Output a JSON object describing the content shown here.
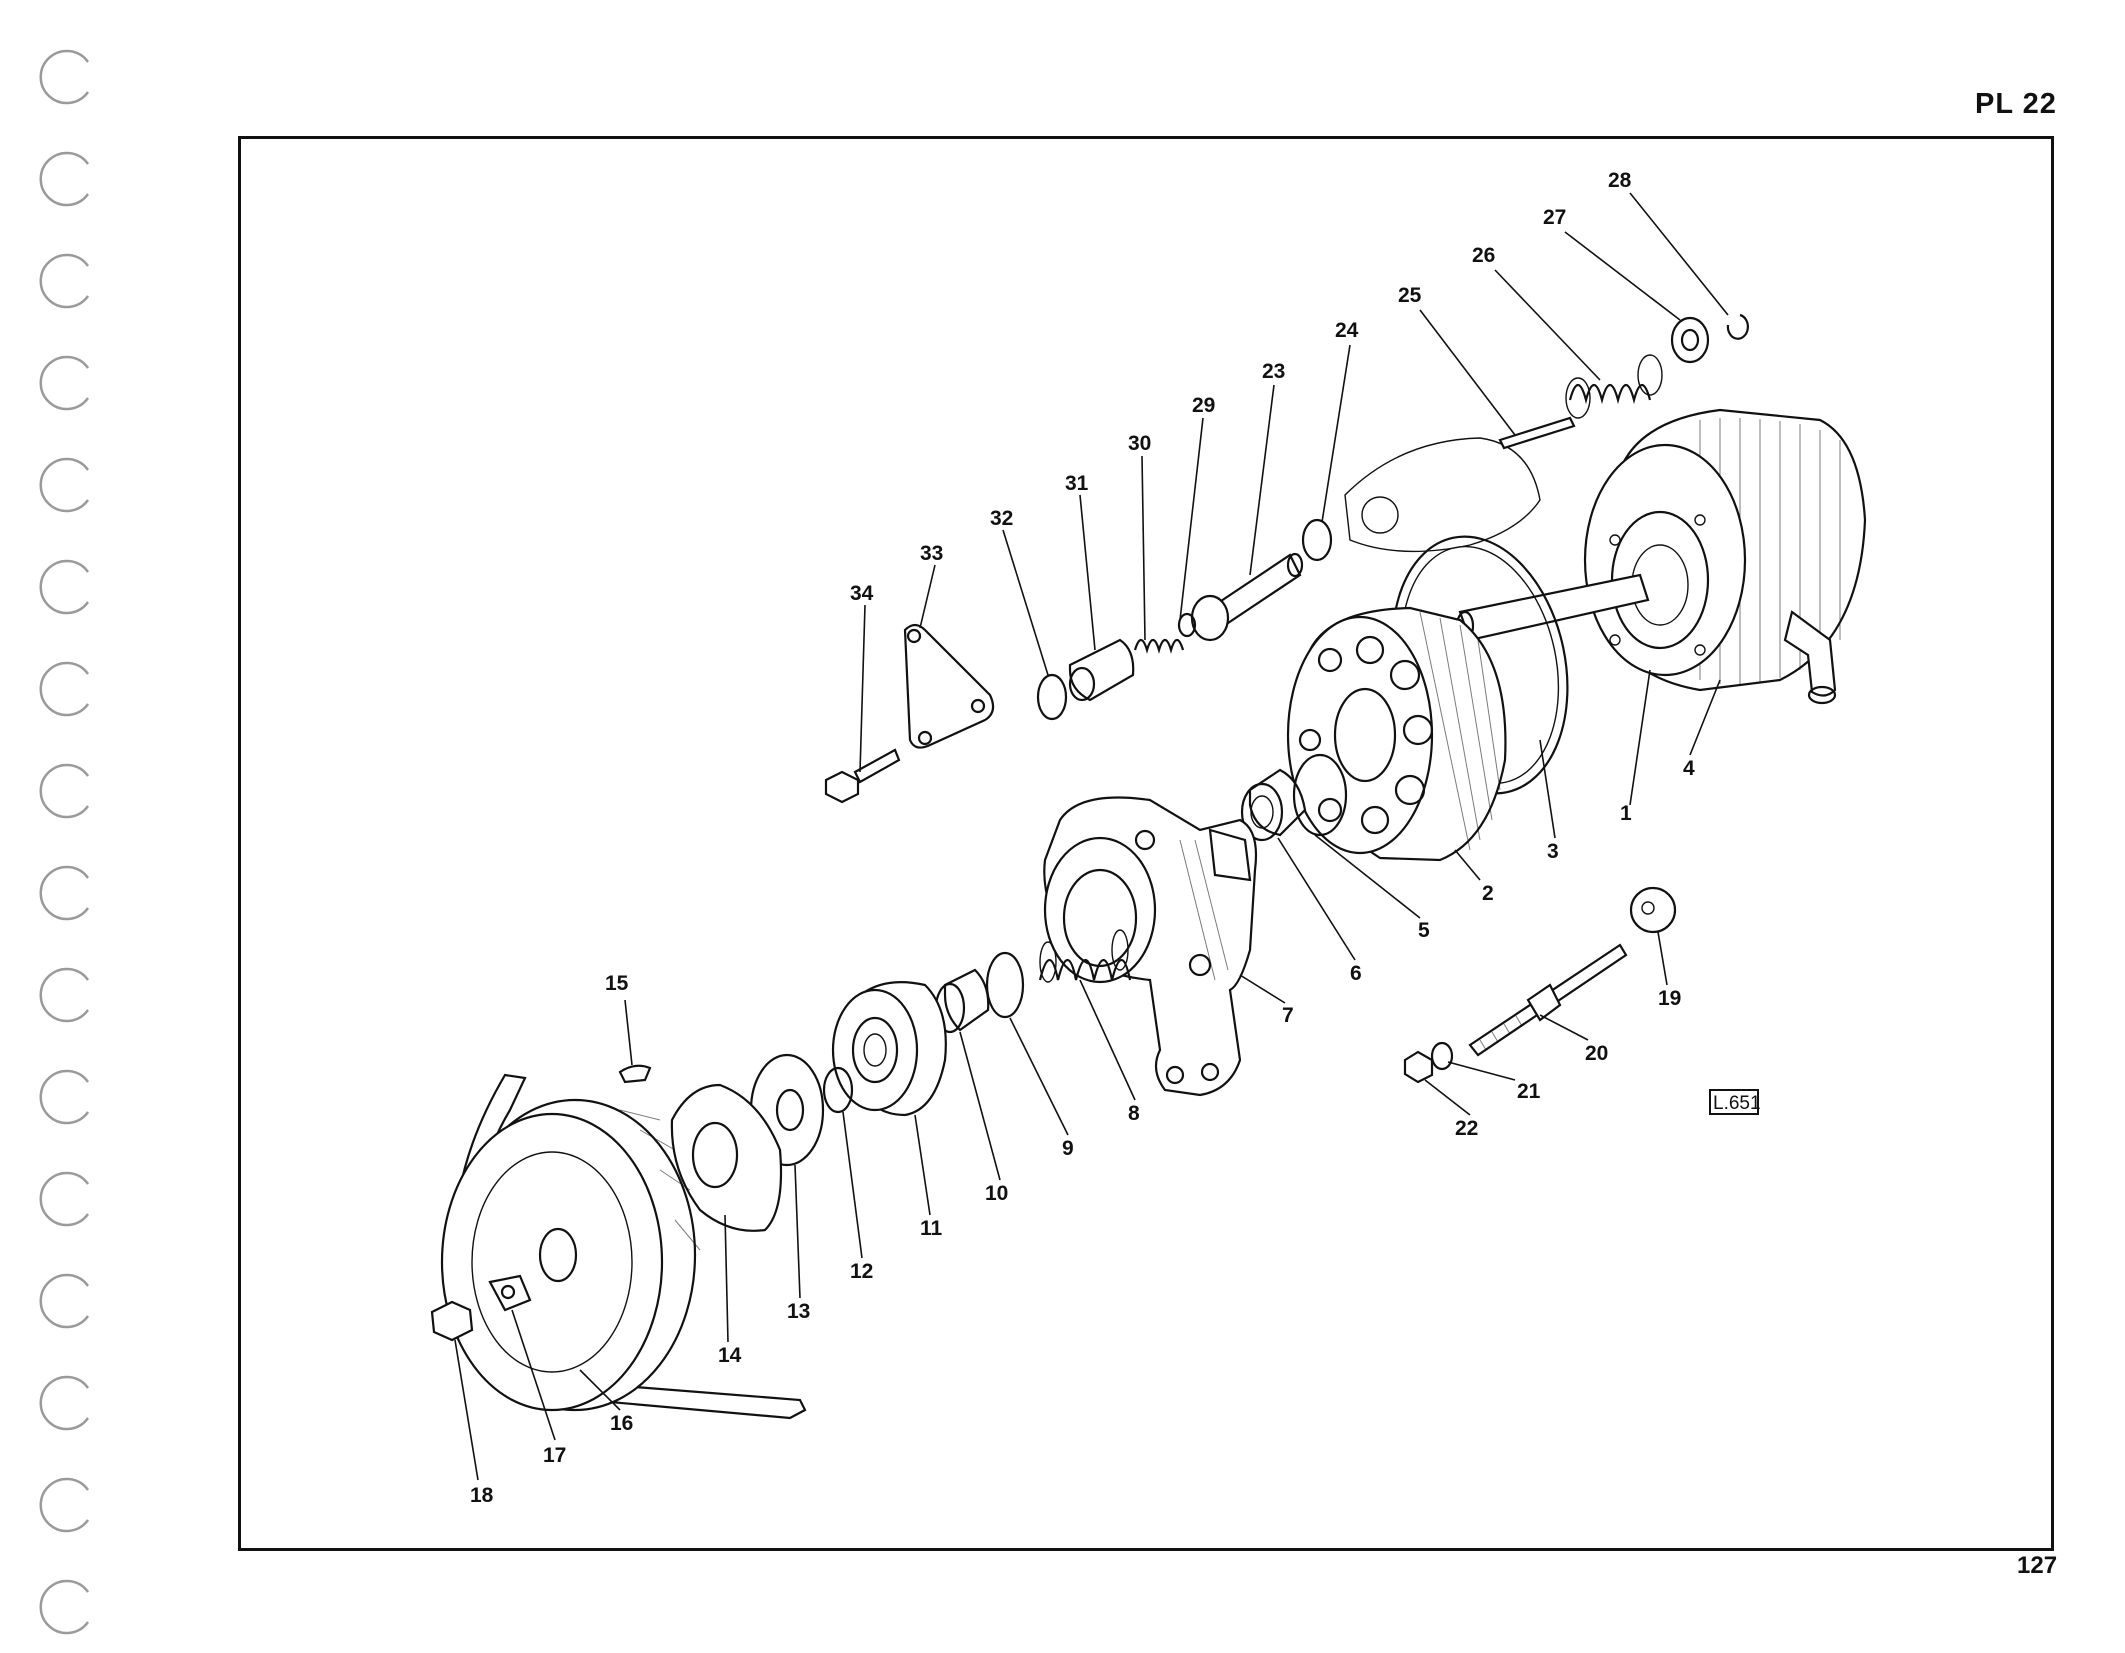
{
  "page_code": "PL 22",
  "page_number": "127",
  "reference_code": "L.651",
  "callouts": [
    "1",
    "2",
    "3",
    "4",
    "5",
    "6",
    "7",
    "8",
    "9",
    "10",
    "11",
    "12",
    "13",
    "14",
    "15",
    "16",
    "17",
    "18",
    "19",
    "20",
    "21",
    "22",
    "23",
    "24",
    "25",
    "26",
    "27",
    "28",
    "29",
    "30",
    "31",
    "32",
    "33",
    "34"
  ]
}
